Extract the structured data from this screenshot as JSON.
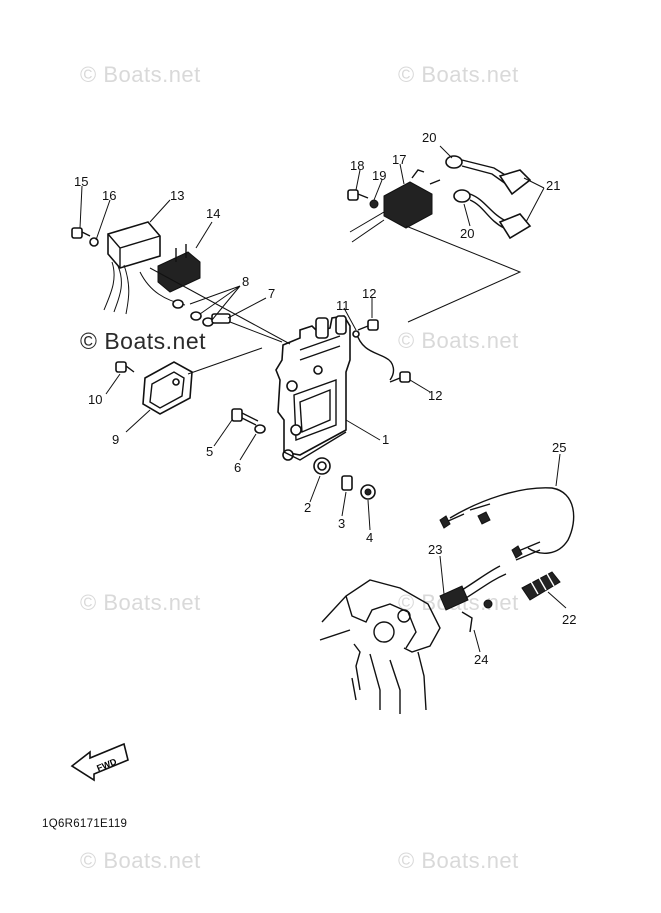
{
  "watermarks": [
    {
      "text": "© Boats.net"
    },
    {
      "text": "© Boats.net"
    },
    {
      "text": "© Boats.net"
    },
    {
      "text": "© Boats.net"
    },
    {
      "text": "© Boats.net"
    },
    {
      "text": "© Boats.net"
    },
    {
      "text": "© Boats.net"
    },
    {
      "text": "© Boats.net"
    }
  ],
  "diagram_code": "1Q6R6171E119",
  "fwd_label": "FWD",
  "callouts": [
    {
      "id": "1",
      "label": "1"
    },
    {
      "id": "2",
      "label": "2"
    },
    {
      "id": "3",
      "label": "3"
    },
    {
      "id": "4",
      "label": "4"
    },
    {
      "id": "5",
      "label": "5"
    },
    {
      "id": "6",
      "label": "6"
    },
    {
      "id": "7",
      "label": "7"
    },
    {
      "id": "8",
      "label": "8"
    },
    {
      "id": "9",
      "label": "9"
    },
    {
      "id": "10",
      "label": "10"
    },
    {
      "id": "11",
      "label": "11"
    },
    {
      "id": "12a",
      "label": "12"
    },
    {
      "id": "12b",
      "label": "12"
    },
    {
      "id": "13",
      "label": "13"
    },
    {
      "id": "14",
      "label": "14"
    },
    {
      "id": "15",
      "label": "15"
    },
    {
      "id": "16",
      "label": "16"
    },
    {
      "id": "17",
      "label": "17"
    },
    {
      "id": "18",
      "label": "18"
    },
    {
      "id": "19",
      "label": "19"
    },
    {
      "id": "20a",
      "label": "20"
    },
    {
      "id": "20b",
      "label": "20"
    },
    {
      "id": "21",
      "label": "21"
    },
    {
      "id": "22",
      "label": "22"
    },
    {
      "id": "23",
      "label": "23"
    },
    {
      "id": "24",
      "label": "24"
    },
    {
      "id": "25",
      "label": "25"
    }
  ]
}
